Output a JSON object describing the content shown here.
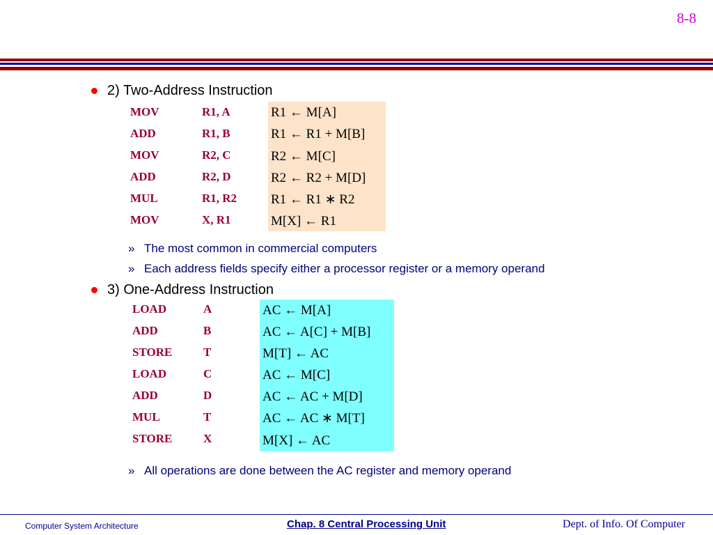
{
  "slide_number": "8-8",
  "section_two": {
    "heading": "2) Two-Address Instruction",
    "instructions": [
      {
        "op": "MOV",
        "args": "R1, A",
        "rtl": "R1 ← M[A]"
      },
      {
        "op": "ADD",
        "args": "R1, B",
        "rtl": "R1 ← R1 + M[B]"
      },
      {
        "op": "MOV",
        "args": "R2, C",
        "rtl": "R2 ← M[C]"
      },
      {
        "op": "ADD",
        "args": "R2, D",
        "rtl": "R2 ← R2 + M[D]"
      },
      {
        "op": "MUL",
        "args": "R1, R2",
        "rtl": "R1 ← R1 ∗ R2"
      },
      {
        "op": "MOV",
        "args": "X, R1",
        "rtl": "M[X] ← R1"
      }
    ],
    "notes": [
      "The most common in commercial computers",
      "Each address fields specify either a processor register or a memory operand"
    ]
  },
  "section_one": {
    "heading": "3) One-Address Instruction",
    "instructions": [
      {
        "op": "LOAD",
        "args": "A",
        "rtl": "AC ← M[A]"
      },
      {
        "op": "ADD",
        "args": "B",
        "rtl": "AC ← A[C] + M[B]"
      },
      {
        "op": "STORE",
        "args": "T",
        "rtl": "M[T] ← AC"
      },
      {
        "op": "LOAD",
        "args": "C",
        "rtl": "AC ← M[C]"
      },
      {
        "op": "ADD",
        "args": "D",
        "rtl": "AC ← AC + M[D]"
      },
      {
        "op": "MUL",
        "args": "T",
        "rtl": "AC ← AC ∗ M[T]"
      },
      {
        "op": "STORE",
        "args": "X",
        "rtl": "M[X] ← AC"
      }
    ],
    "notes": [
      "All operations are done between the AC register and memory operand"
    ]
  },
  "note_marker": "»",
  "footer": {
    "left": "Computer System Architecture",
    "center": "Chap. 8  Central Processing Unit",
    "right": "Dept. of Info. Of Computer"
  },
  "colors": {
    "header_red": "#990000",
    "header_blue": "#000099",
    "opcode": "#990033",
    "note_text": "#00007a",
    "two_address_box": "#fde3c9",
    "one_address_box": "#80ffff",
    "bullet": "#ff0000",
    "slide_number": "#cc00cc"
  }
}
